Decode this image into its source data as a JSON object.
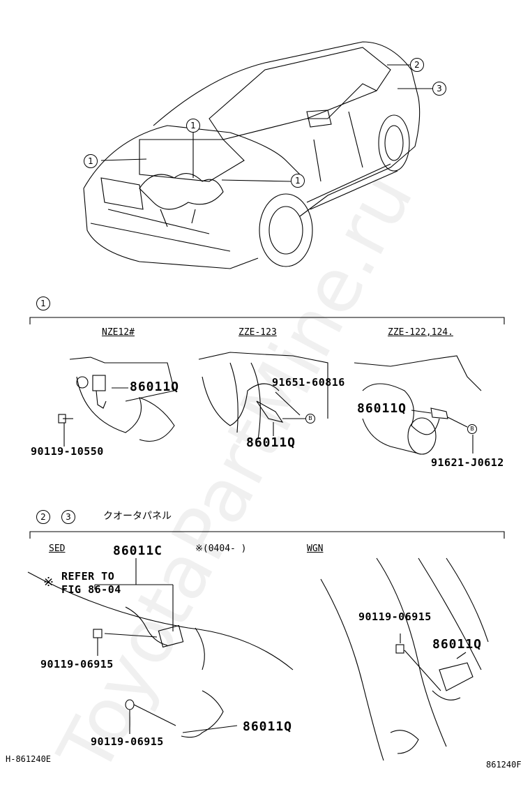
{
  "callouts": {
    "one": "1",
    "two": "2",
    "three": "3",
    "b": "B"
  },
  "section1": {
    "col1_title": "NZE12#",
    "col2_title": "ZZE-123",
    "col3_title": "ZZE-122,124.",
    "col1_part": "86011Q",
    "col1_bolt": "90119-10550",
    "col2_clip": "91651-60816",
    "col2_part": "86011Q",
    "col3_part": "86011Q",
    "col3_clip": "91621-J0612"
  },
  "section2": {
    "heading": "クオータパネル",
    "sed_label": "SED",
    "wgn_label": "WGN",
    "date_range": "※(0404-      )",
    "sed_part_c": "86011C",
    "refer_mark": "※",
    "refer_line1": "REFER TO",
    "refer_line2": "FIG 86-04",
    "sed_bolt1": "90119-06915",
    "sed_bolt2": "90119-06915",
    "sed_part_q": "86011Q",
    "wgn_bolt": "90119-06915",
    "wgn_part": "86011Q"
  },
  "footer": {
    "left_code": "H-861240E",
    "right_code": "861240F"
  },
  "watermark": "ToyotaPartMine.ru"
}
